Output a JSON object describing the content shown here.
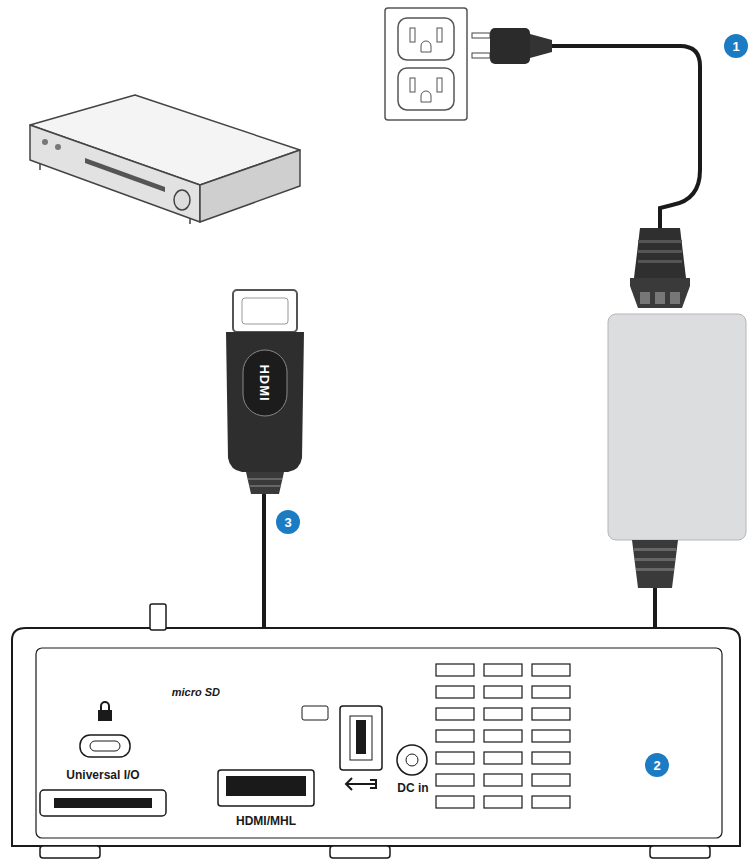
{
  "diagram": {
    "labels": [
      "1",
      "2",
      "3",
      "HDMI",
      "HDMI",
      "micro SD",
      "Universal I/O",
      "HDMI/MHL",
      "DC in"
    ]
  }
}
